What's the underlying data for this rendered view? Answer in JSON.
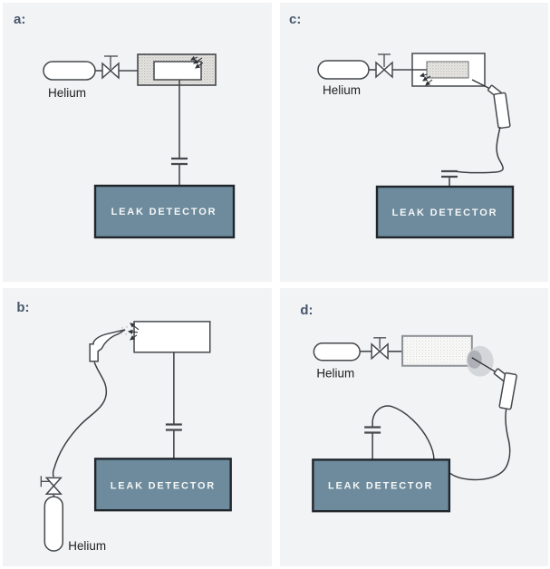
{
  "figure": {
    "description_visible_text_only": true,
    "panels": [
      {
        "id": "a",
        "label": "a:",
        "bottle_label": "Helium",
        "detector_label": "LEAK DETECTOR",
        "components": [
          "helium-bottle",
          "valve-icon",
          "vacuum-chamber",
          "test-object",
          "spray-burst-icon",
          "flange-icon",
          "leak-detector-box"
        ]
      },
      {
        "id": "b",
        "label": "b:",
        "bottle_label": "Helium",
        "detector_label": "LEAK DETECTOR",
        "components": [
          "spray-gun",
          "spray-burst-icon",
          "test-object",
          "hose",
          "valve-icon",
          "helium-bottle",
          "flange-icon",
          "leak-detector-box"
        ]
      },
      {
        "id": "c",
        "label": "c:",
        "bottle_label": "Helium",
        "detector_label": "LEAK DETECTOR",
        "components": [
          "helium-bottle",
          "valve-icon",
          "chamber",
          "test-object",
          "spray-burst-icon",
          "sniffer-probe",
          "hose",
          "flange-icon",
          "leak-detector-box"
        ]
      },
      {
        "id": "d",
        "label": "d:",
        "bottle_label": "Helium",
        "detector_label": "LEAK DETECTOR",
        "components": [
          "helium-bottle",
          "valve-icon",
          "test-object",
          "helium-cloud",
          "sniffer-probe",
          "hose",
          "flange-icon",
          "leak-detector-box"
        ]
      }
    ]
  },
  "theme": {
    "panel_bg": "#f2f3f5",
    "gutter_bg": "#ffffff",
    "label_color": "#47566b",
    "line_color": "#45484c",
    "det_fill": "#6d8b9c",
    "det_border": "#20262c",
    "det_text": "#f4f6f7",
    "text_color": "#1f1f1f"
  }
}
